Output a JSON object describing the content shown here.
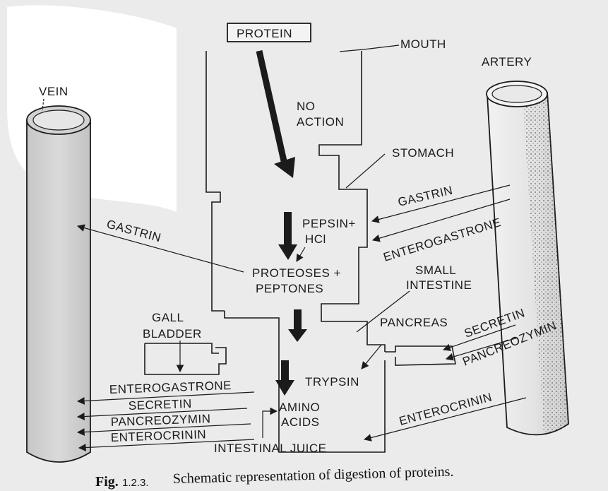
{
  "labels": {
    "protein": "PROTEIN",
    "mouth": "MOUTH",
    "artery": "ARTERY",
    "vein": "VEIN",
    "no": "NO",
    "action": "ACTION",
    "stomach": "STOMACH",
    "gastrin_in": "GASTRIN",
    "pepsin": "PEPSIN+",
    "hcl": "HCl",
    "enterogastrone_in": "ENTEROGASTRONE",
    "gastrin_out": "GASTRIN",
    "proteoses": "PROTEOSES +",
    "peptones": "PEPTONES",
    "small": "SMALL",
    "intestine": "INTESTINE",
    "gall": "GALL",
    "bladder": "BLADDER",
    "pancreas": "PANCREAS",
    "secretin_in": "SECRETIN",
    "pancreozymin_in": "PANCREOZYMIN",
    "trypsin": "TRYPSIN",
    "amino": "AMINO",
    "acids": "ACIDS",
    "enterocrinin_in": "ENTEROCRININ",
    "intestinal_juice": "INTESTINAL JUICE",
    "out_enterogastrone": "ENTEROGASTRONE",
    "out_secretin": "SECRETIN",
    "out_pancreozymin": "PANCREOZYMIN",
    "out_enterocrinin": "ENTEROCRININ"
  },
  "caption": {
    "prefix": "Fig.",
    "number": "1.2.3.",
    "text": "Schematic representation of digestion of proteins."
  }
}
